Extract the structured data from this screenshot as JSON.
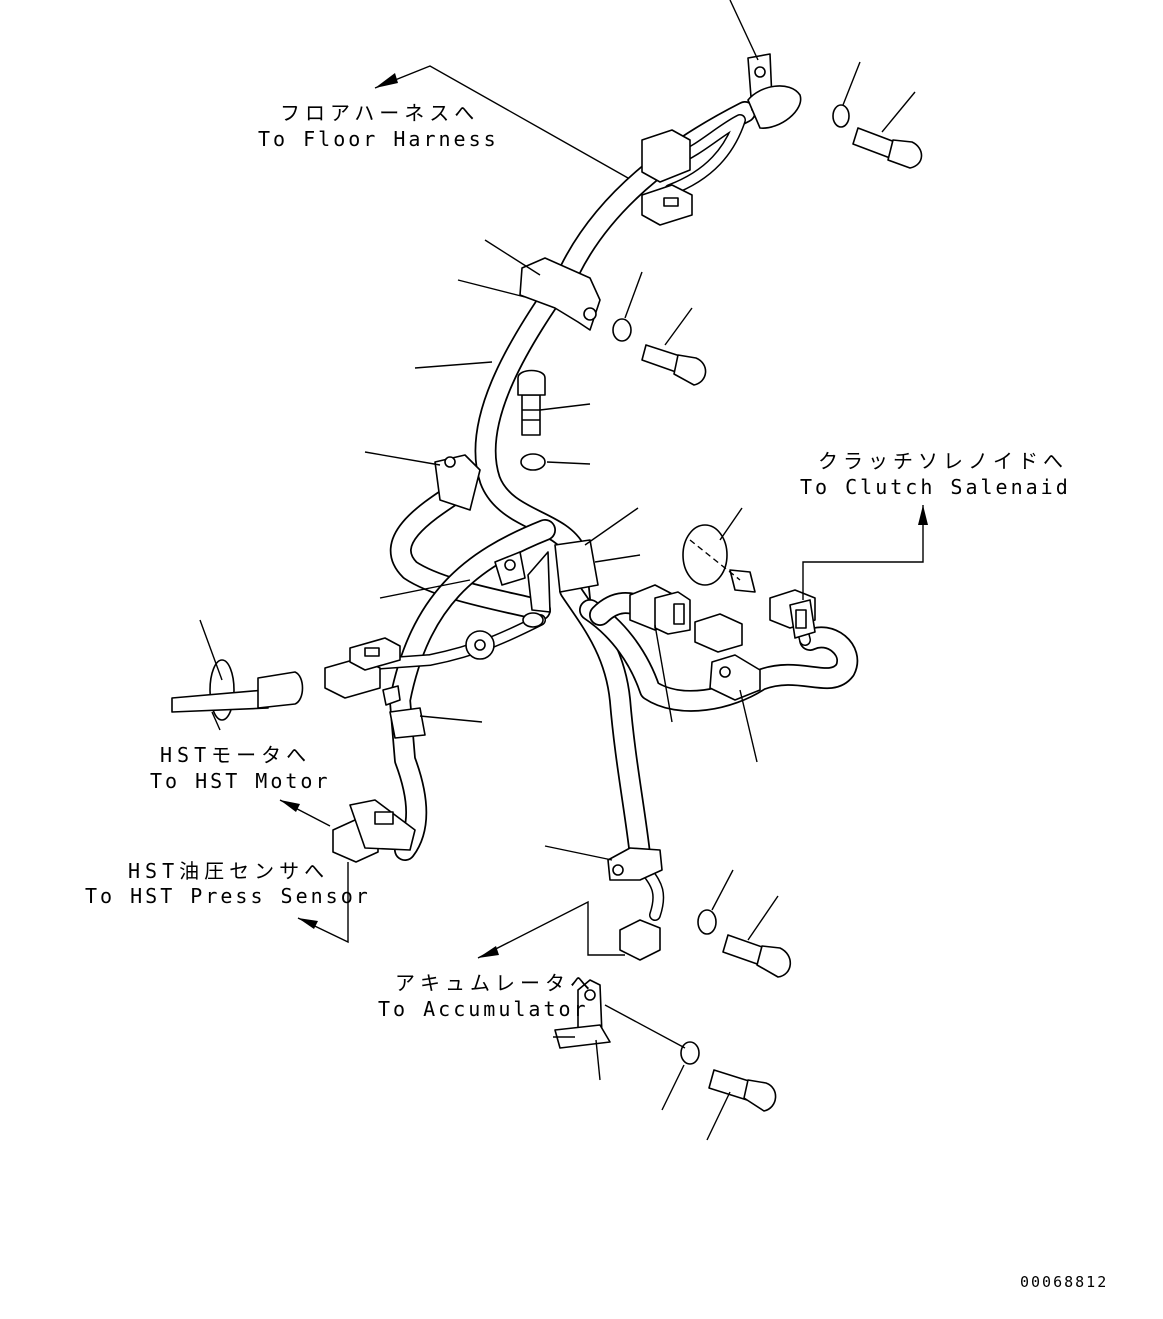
{
  "labels": {
    "floor_harness_jp": "フロアハーネスへ",
    "floor_harness_en": "To Floor Harness",
    "clutch_solenoid_jp": "クラッチソレノイドへ",
    "clutch_solenoid_en": "To Clutch Salenaid",
    "hst_motor_jp": "HSTモータへ",
    "hst_motor_en": "To HST Motor",
    "hst_press_sensor_jp": "HST油圧センサへ",
    "hst_press_sensor_en": "To HST Press Sensor",
    "accumulator_jp": "アキュムレータへ",
    "accumulator_en": "To Accumulator"
  },
  "drawing_number": "00068812"
}
